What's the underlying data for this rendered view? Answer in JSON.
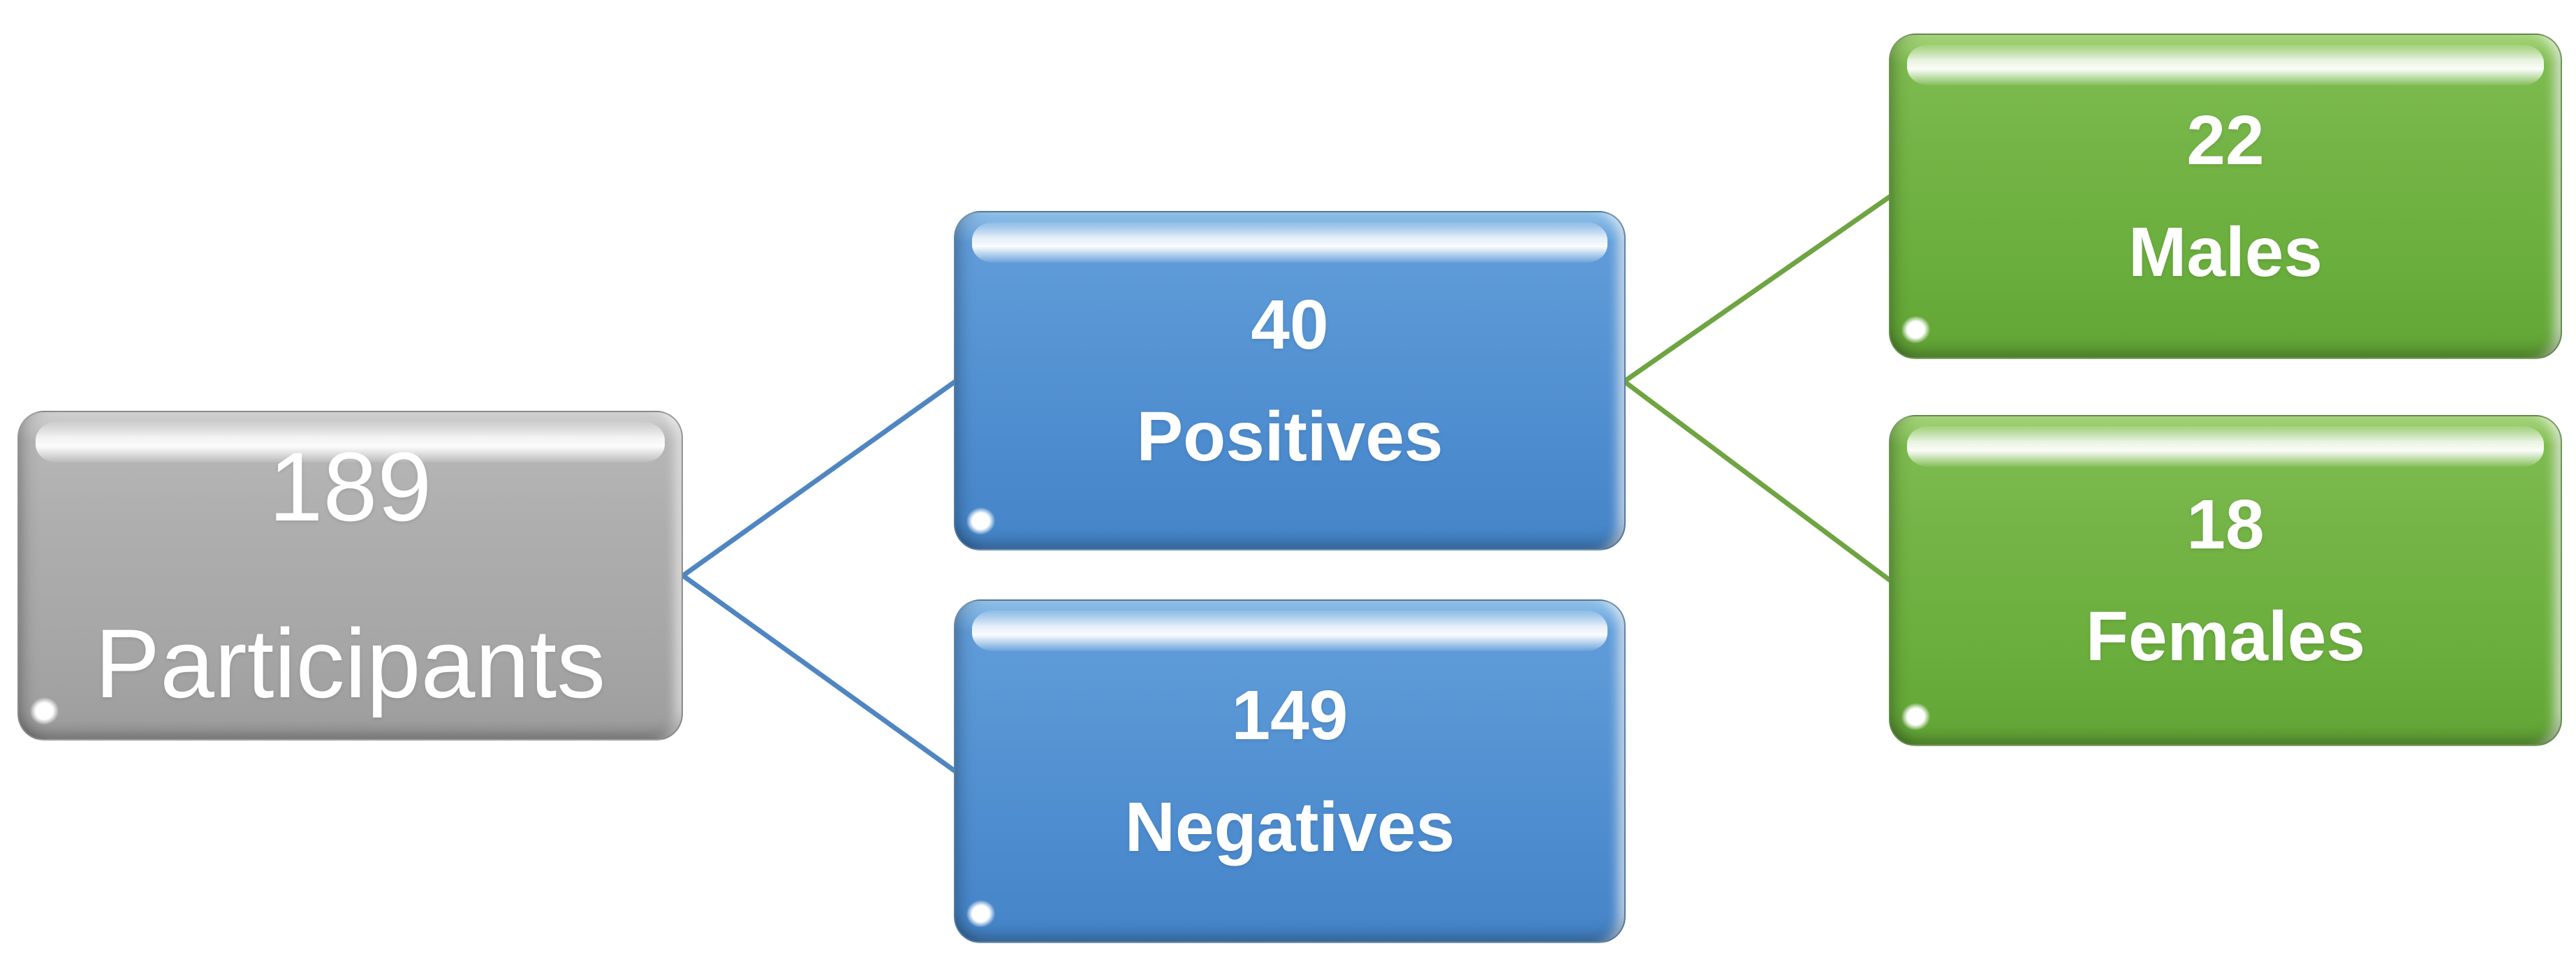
{
  "diagram": {
    "type": "flowchart",
    "background": "#ffffff",
    "nodes": [
      {
        "id": "participants",
        "value": "189",
        "label": "Participants",
        "theme": "gray"
      },
      {
        "id": "positives",
        "value": "40",
        "label": "Positives",
        "theme": "blue"
      },
      {
        "id": "negatives",
        "value": "149",
        "label": "Negatives",
        "theme": "blue"
      },
      {
        "id": "males",
        "value": "22",
        "label": "Males",
        "theme": "green"
      },
      {
        "id": "females",
        "value": "18",
        "label": "Females",
        "theme": "green"
      }
    ],
    "edges": [
      {
        "from": "participants",
        "to": "positives",
        "color": "#4f86c2"
      },
      {
        "from": "participants",
        "to": "negatives",
        "color": "#4f86c2"
      },
      {
        "from": "positives",
        "to": "males",
        "color": "#6ea441"
      },
      {
        "from": "positives",
        "to": "females",
        "color": "#6ea441"
      }
    ],
    "colors": {
      "gray_node": "#a8a8a8",
      "blue_node": "#5191d2",
      "green_node": "#6fb042",
      "blue_connector": "#4f86c2",
      "green_connector": "#6ea441",
      "text": "#ffffff"
    }
  }
}
